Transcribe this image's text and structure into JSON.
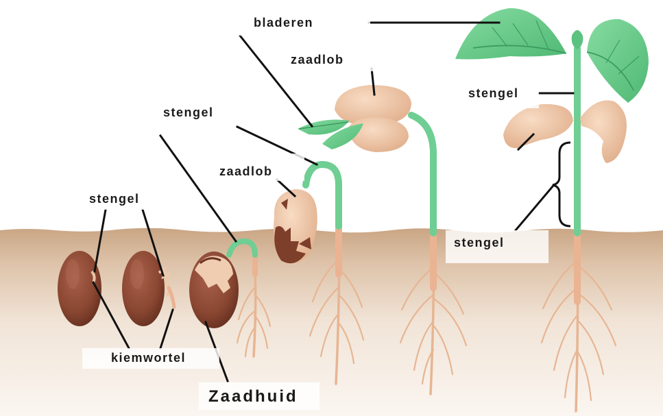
{
  "labels": {
    "bladeren": "bladeren",
    "zaadlob_top": "zaadlob",
    "stengel_mid": "stengel",
    "zaadlob_mid": "zaadlob",
    "stengel_left": "stengel",
    "stengel_right": "stengel",
    "stengel_bracket": "stengel",
    "kiemwortel": "kiemwortel",
    "zaadhuid": "Zaadhuid"
  },
  "colors": {
    "soil_top": "#c9a584",
    "soil_bottom": "#f6ede4",
    "seed": "#8b4a36",
    "seed_dark": "#6b3222",
    "cotyledon": "#efc8a8",
    "leaf": "#6fcf8e",
    "leaf_dark": "#3c9c61",
    "stem_green": "#6fce93",
    "root": "#e7b593",
    "leader": "#111111"
  }
}
